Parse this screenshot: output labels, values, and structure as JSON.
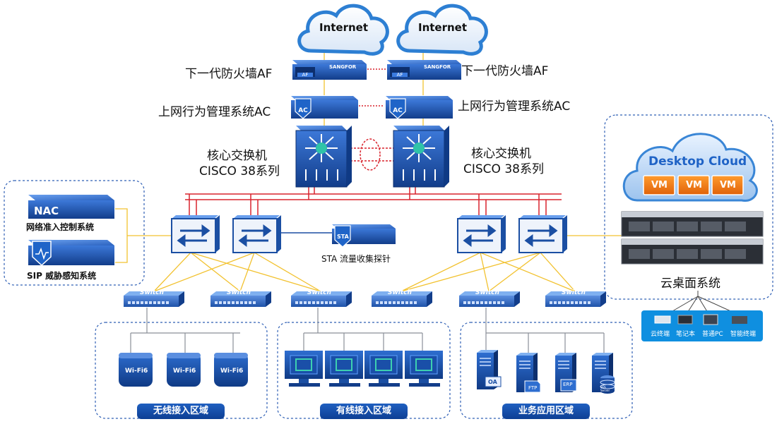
{
  "internet": [
    "Internet",
    "Internet"
  ],
  "firewall": {
    "label": "下一代防火墙AF",
    "badge": "AF",
    "brand": "SANGFOR"
  },
  "ac": {
    "label": "上网行为管理系统AC",
    "badge": "AC"
  },
  "core": {
    "line1": "核心交换机",
    "line2": "CISCO 38系列"
  },
  "nac": {
    "title": "NAC",
    "label": "网络准入控制系统"
  },
  "sip": {
    "label": "SIP 威胁感知系统"
  },
  "sta": {
    "badge": "STA",
    "label": "STA 流量收集探针"
  },
  "access_switch": "Switch",
  "cloud": {
    "title": "Desktop Cloud",
    "vms": [
      "VM",
      "VM",
      "VM"
    ],
    "system_label": "云桌面系统"
  },
  "terminals": [
    "云终端",
    "笔记本",
    "普通PC",
    "智能终端"
  ],
  "zones": {
    "wireless": {
      "label": "无线接入区域",
      "ap": "Wi-Fi6"
    },
    "wired": {
      "label": "有线接入区域"
    },
    "business": {
      "label": "业务应用区域",
      "servers": [
        "OA",
        "FTP",
        "ERP",
        "SQL Server"
      ]
    }
  },
  "colors": {
    "red_link": "#d9232d",
    "yellow_link": "#f2c230",
    "blue_device": "#1b4fa3",
    "zone_border": "#2f5fb5"
  }
}
